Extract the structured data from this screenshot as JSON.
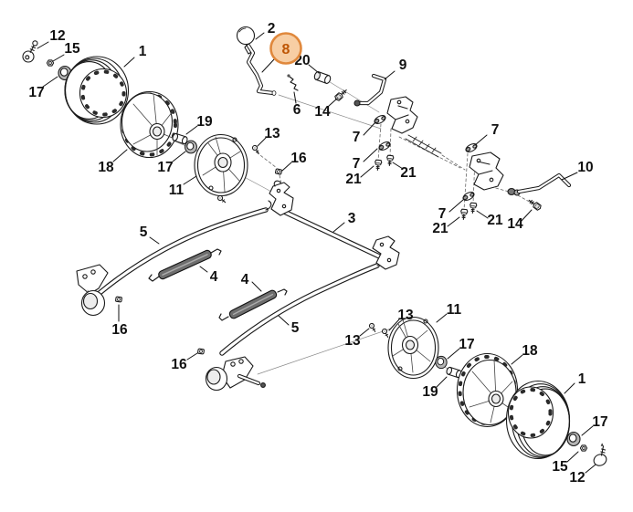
{
  "page": {
    "background": "#ffffff",
    "line_color": "#1a1a1a"
  },
  "highlight": {
    "label": "8",
    "fill": "#f7cea4",
    "stroke": "#e0883c",
    "text_color": "#be5504"
  },
  "callouts": [
    {
      "label": "12"
    },
    {
      "label": "15"
    },
    {
      "label": "1"
    },
    {
      "label": "17"
    },
    {
      "label": "18"
    },
    {
      "label": "19"
    },
    {
      "label": "17"
    },
    {
      "label": "11"
    },
    {
      "label": "2"
    },
    {
      "label": "8"
    },
    {
      "label": "20"
    },
    {
      "label": "9"
    },
    {
      "label": "6"
    },
    {
      "label": "14"
    },
    {
      "label": "13"
    },
    {
      "label": "16"
    },
    {
      "label": "7"
    },
    {
      "label": "7"
    },
    {
      "label": "21"
    },
    {
      "label": "21"
    },
    {
      "label": "7"
    },
    {
      "label": "7"
    },
    {
      "label": "21"
    },
    {
      "label": "21"
    },
    {
      "label": "14"
    },
    {
      "label": "10"
    },
    {
      "label": "3"
    },
    {
      "label": "5"
    },
    {
      "label": "4"
    },
    {
      "label": "4"
    },
    {
      "label": "5"
    },
    {
      "label": "16"
    },
    {
      "label": "16"
    },
    {
      "label": "13"
    },
    {
      "label": "13"
    },
    {
      "label": "11"
    },
    {
      "label": "17"
    },
    {
      "label": "19"
    },
    {
      "label": "18"
    },
    {
      "label": "1"
    },
    {
      "label": "17"
    },
    {
      "label": "15"
    },
    {
      "label": "12"
    }
  ]
}
